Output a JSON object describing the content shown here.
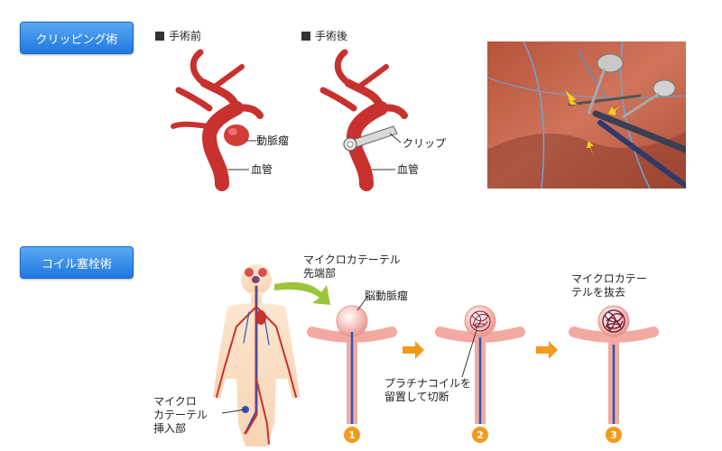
{
  "buttons": {
    "clipping": "クリッピング術",
    "coil": "コイル塞栓術"
  },
  "clipping": {
    "before_title": "手術前",
    "after_title": "手術後",
    "aneurysm_label": "動脈瘤",
    "vessel_label_before": "血管",
    "clip_label": "クリップ",
    "vessel_label_after": "血管"
  },
  "coil": {
    "catheter_tip_label": "マイクロカテーテル\n先端部",
    "insertion_label": "マイクロ\nカテーテル\n挿入部",
    "brain_aneurysm_label": "脳動脈瘤",
    "coil_detach_label": "プラチナコイルを\n留置して切断",
    "withdraw_label": "マイクロカテー\nテルを抜去",
    "steps": [
      "1",
      "2",
      "3"
    ]
  },
  "colors": {
    "button_top": "#5aa8f5",
    "button_bottom": "#1f78e0",
    "artery": "#c8312e",
    "vessel_pink": "#f2a9a2",
    "step_badge": "#f39a1a",
    "catheter_blue": "#2a56b8"
  }
}
